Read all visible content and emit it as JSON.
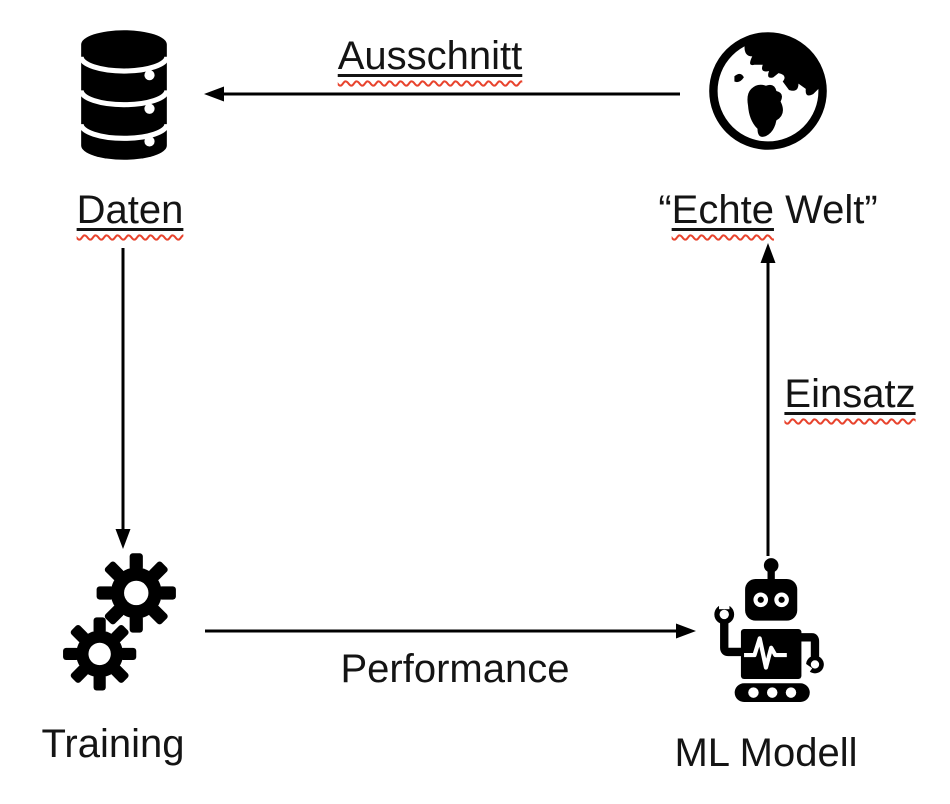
{
  "slide": {
    "background": "#ffffff",
    "ink_color": "#000000",
    "spellcheck_underline_color": "#e8432d",
    "description": "ML lifecycle diagram"
  },
  "nodes": {
    "daten": {
      "label": "Daten",
      "icon": "database-icon",
      "spellchecked": true
    },
    "echte_welt": {
      "quote_open": "“",
      "underlined": "Echte",
      "rest": " Welt”",
      "icon": "globe-icon",
      "spellchecked": true
    },
    "training": {
      "label": "Training",
      "icon": "gears-icon",
      "spellchecked": false
    },
    "ml_modell": {
      "label": "ML Modell",
      "icon": "robot-icon",
      "spellchecked": false
    }
  },
  "edges": {
    "ausschnitt": {
      "label": "Ausschnitt",
      "from": "echte_welt",
      "to": "daten",
      "direction": "left",
      "spellchecked": true
    },
    "daten_to_training": {
      "label": "",
      "from": "daten",
      "to": "training",
      "direction": "down"
    },
    "performance": {
      "label": "Performance",
      "from": "training",
      "to": "ml_modell",
      "direction": "right",
      "spellchecked": false
    },
    "einsatz": {
      "label": "Einsatz",
      "from": "ml_modell",
      "to": "echte_welt",
      "direction": "up",
      "spellchecked": true
    }
  }
}
